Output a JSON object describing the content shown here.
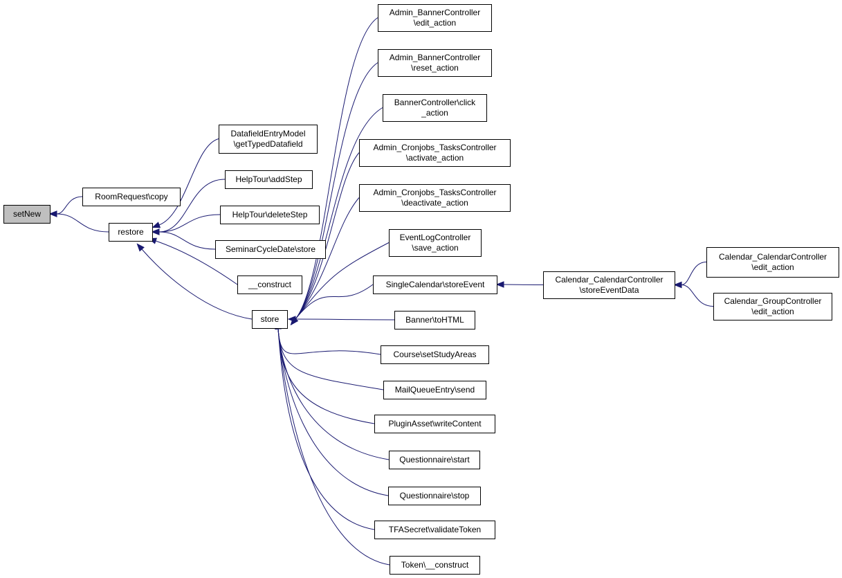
{
  "graph": {
    "nodes": [
      {
        "id": "setnew",
        "lines": [
          "setNew"
        ],
        "highlight": true
      },
      {
        "id": "roomrequest-copy",
        "lines": [
          "RoomRequest\\copy"
        ]
      },
      {
        "id": "restore",
        "lines": [
          "restore"
        ]
      },
      {
        "id": "datafield-gettyped",
        "lines": [
          "DatafieldEntryModel",
          "\\getTypedDatafield"
        ]
      },
      {
        "id": "helptour-addstep",
        "lines": [
          "HelpTour\\addStep"
        ]
      },
      {
        "id": "helptour-deletestep",
        "lines": [
          "HelpTour\\deleteStep"
        ]
      },
      {
        "id": "seminarcycledate-store",
        "lines": [
          "SeminarCycleDate\\store"
        ]
      },
      {
        "id": "construct",
        "lines": [
          "__construct"
        ]
      },
      {
        "id": "store",
        "lines": [
          "store"
        ]
      },
      {
        "id": "admin-banner-edit",
        "lines": [
          "Admin_BannerController",
          "\\edit_action"
        ]
      },
      {
        "id": "admin-banner-reset",
        "lines": [
          "Admin_BannerController",
          "\\reset_action"
        ]
      },
      {
        "id": "banner-click",
        "lines": [
          "BannerController\\click",
          "_action"
        ]
      },
      {
        "id": "cron-activate",
        "lines": [
          "Admin_Cronjobs_TasksController",
          "\\activate_action"
        ]
      },
      {
        "id": "cron-deactivate",
        "lines": [
          "Admin_Cronjobs_TasksController",
          "\\deactivate_action"
        ]
      },
      {
        "id": "eventlog-save",
        "lines": [
          "EventLogController",
          "\\save_action"
        ]
      },
      {
        "id": "singlecal-storeevent",
        "lines": [
          "SingleCalendar\\storeEvent"
        ]
      },
      {
        "id": "banner-tohtml",
        "lines": [
          "Banner\\toHTML"
        ]
      },
      {
        "id": "course-setstudy",
        "lines": [
          "Course\\setStudyAreas"
        ]
      },
      {
        "id": "mailqueue-send",
        "lines": [
          "MailQueueEntry\\send"
        ]
      },
      {
        "id": "pluginasset-write",
        "lines": [
          "PluginAsset\\writeContent"
        ]
      },
      {
        "id": "questionnaire-start",
        "lines": [
          "Questionnaire\\start"
        ]
      },
      {
        "id": "questionnaire-stop",
        "lines": [
          "Questionnaire\\stop"
        ]
      },
      {
        "id": "tfasecret-validate",
        "lines": [
          "TFASecret\\validateToken"
        ]
      },
      {
        "id": "token-construct",
        "lines": [
          "Token\\__construct"
        ]
      },
      {
        "id": "calcal-storeeventdata",
        "lines": [
          "Calendar_CalendarController",
          "\\storeEventData"
        ]
      },
      {
        "id": "calcal-edit",
        "lines": [
          "Calendar_CalendarController",
          "\\edit_action"
        ]
      },
      {
        "id": "calgroup-edit",
        "lines": [
          "Calendar_GroupController",
          "\\edit_action"
        ]
      }
    ],
    "edges": [
      {
        "from": "roomrequest-copy",
        "to": "setnew"
      },
      {
        "from": "restore",
        "to": "setnew"
      },
      {
        "from": "datafield-gettyped",
        "to": "restore"
      },
      {
        "from": "helptour-addstep",
        "to": "restore"
      },
      {
        "from": "helptour-deletestep",
        "to": "restore"
      },
      {
        "from": "seminarcycledate-store",
        "to": "restore"
      },
      {
        "from": "construct",
        "to": "restore"
      },
      {
        "from": "store",
        "to": "restore"
      },
      {
        "from": "admin-banner-edit",
        "to": "store"
      },
      {
        "from": "admin-banner-reset",
        "to": "store"
      },
      {
        "from": "banner-click",
        "to": "store"
      },
      {
        "from": "cron-activate",
        "to": "store"
      },
      {
        "from": "cron-deactivate",
        "to": "store"
      },
      {
        "from": "eventlog-save",
        "to": "store"
      },
      {
        "from": "singlecal-storeevent",
        "to": "store"
      },
      {
        "from": "banner-tohtml",
        "to": "store"
      },
      {
        "from": "course-setstudy",
        "to": "store"
      },
      {
        "from": "mailqueue-send",
        "to": "store"
      },
      {
        "from": "pluginasset-write",
        "to": "store"
      },
      {
        "from": "questionnaire-start",
        "to": "store"
      },
      {
        "from": "questionnaire-stop",
        "to": "store"
      },
      {
        "from": "tfasecret-validate",
        "to": "store"
      },
      {
        "from": "token-construct",
        "to": "store"
      },
      {
        "from": "calcal-storeeventdata",
        "to": "singlecal-storeevent"
      },
      {
        "from": "calcal-edit",
        "to": "calcal-storeeventdata"
      },
      {
        "from": "calgroup-edit",
        "to": "calcal-storeeventdata"
      }
    ]
  },
  "colors": {
    "edge": "#191970",
    "node_border": "#000000",
    "node_fill": "#ffffff",
    "highlight_fill": "#bfbfbf"
  }
}
